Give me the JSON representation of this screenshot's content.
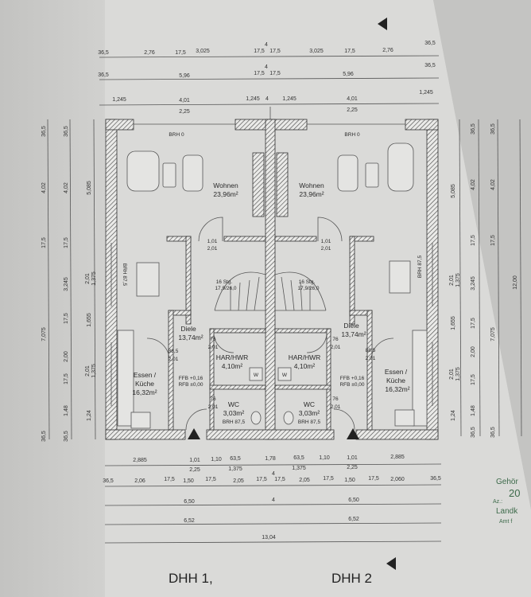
{
  "labels": {
    "house_left": "DHH 1,",
    "house_right": "DHH 2",
    "stamp_lines": [
      "Gehör",
      "20",
      "Az.:",
      "Landk",
      "Amt f"
    ]
  },
  "rooms": {
    "left": {
      "wohnen": {
        "name": "Wohnen",
        "area": "23,96m²"
      },
      "diele": {
        "name": "Diele",
        "area": "13,74m²"
      },
      "har": {
        "name": "HAR/HWR",
        "area": "4,10m²"
      },
      "essen": {
        "name1": "Essen /",
        "name2": "Küche",
        "area": "16,32m²"
      },
      "wc": {
        "name": "WC",
        "area": "3,03m²",
        "brh": "BRH 87,5"
      }
    },
    "right": {
      "wohnen": {
        "name": "Wohnen",
        "area": "23,96m²"
      },
      "diele": {
        "name": "Diele",
        "area": "13,74m²"
      },
      "har": {
        "name": "HAR/HWR",
        "area": "4,10m²"
      },
      "essen": {
        "name1": "Essen /",
        "name2": "Küche",
        "area": "16,32m²"
      },
      "wc": {
        "name": "WC",
        "area": "3,03m²",
        "brh": "BRH 87,5"
      }
    }
  },
  "annotations": {
    "brh0": "BRH 0",
    "brh875": "BRH 87,5",
    "stairs1": "16 Stg.",
    "stairs2": "17,9/26,0",
    "ffb": "FFB +0,16",
    "rfb": "RFB ±0,00",
    "door_living": [
      "1,01",
      "2,01"
    ],
    "door_har": [
      "76",
      "2,01"
    ],
    "door_kitchen": [
      "88,5",
      "2,01"
    ],
    "door_wc": [
      "76",
      "2,01"
    ],
    "washer": "W"
  },
  "dimensions": {
    "top1": [
      "36,5",
      "2,76",
      "17,5",
      "3,025",
      "4",
      "17,5",
      "17,5",
      "3,025",
      "17,5",
      "2,76",
      "36,5"
    ],
    "top2": [
      "36,5",
      "5,96",
      "4",
      "17,5",
      "17,5",
      "5,96",
      "36,5"
    ],
    "top3": [
      "1,245",
      "4,01",
      "2,25",
      "1,245",
      "4",
      "1,245",
      "4,01",
      "2,25",
      "1,245"
    ],
    "bottom1": [
      "2,885",
      "1,01",
      "2,25",
      "1,10",
      "63,5",
      "1,375",
      "1,78",
      "63,5",
      "1,375",
      "1,10",
      "1,01",
      "2,25",
      "2,885"
    ],
    "bottom2": [
      "36,5",
      "2,06",
      "17,5",
      "1,50",
      "17,5",
      "2,05",
      "17,5",
      "4",
      "17,5",
      "2,05",
      "17,5",
      "1,50",
      "17,5",
      "2,060",
      "36,5"
    ],
    "bottom3": [
      "6,50",
      "4",
      "6,50"
    ],
    "bottom4": [
      "6,52",
      "6,52"
    ],
    "bottom5": [
      "13,04"
    ],
    "left1": [
      "36,5",
      "4,02",
      "17,5",
      "7,075",
      "36,5"
    ],
    "left2": [
      "36,5",
      "4,02",
      "17,5",
      "3,245",
      "17,5",
      "2,00",
      "17,5",
      "1,48",
      "36,5"
    ],
    "left3": [
      "5,085",
      "2,01",
      "1,375",
      "1,655",
      "2,01",
      "1,375",
      "1,24"
    ],
    "right1": [
      "5,085",
      "2,01",
      "1,375",
      "1,655",
      "2,01",
      "1,375",
      "1,24"
    ],
    "right2": [
      "36,5",
      "4,02",
      "17,5",
      "3,245",
      "17,5",
      "2,00",
      "17,5",
      "1,48",
      "36,5"
    ],
    "right3": [
      "36,5",
      "4,02",
      "17,5",
      "7,075",
      "36,5"
    ],
    "right4": [
      "12,00"
    ]
  },
  "colors": {
    "paper": "#dcdcda",
    "wall_hatch": "#444444",
    "stamp": "#3d6a4a"
  }
}
